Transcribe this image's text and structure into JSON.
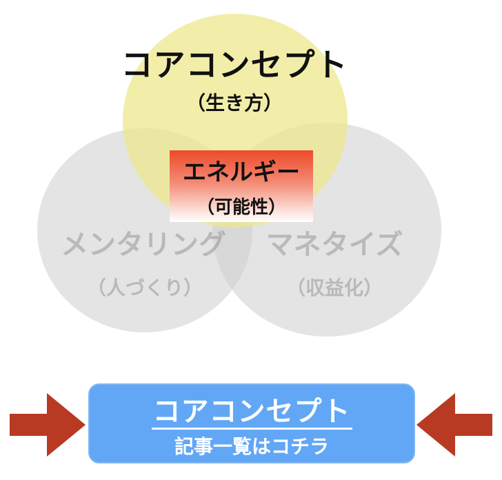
{
  "diagram": {
    "top": {
      "title": "コアコンセプト",
      "subtitle": "（生き方）"
    },
    "left": {
      "title": "メンタリング",
      "subtitle": "（人づくり）"
    },
    "right": {
      "title": "マネタイズ",
      "subtitle": "（収益化）"
    },
    "center": {
      "title": "エネルギー",
      "subtitle": "（可能性）"
    }
  },
  "cta": {
    "title": "コアコンセプト",
    "subtitle": "記事一覧はコチラ"
  },
  "colors": {
    "top_circle": "#eee88c",
    "side_circles": "#cdcdcd",
    "center_box": "#ee4a2a",
    "cta_button": "#62a7f5",
    "arrows": "#b83a22"
  }
}
